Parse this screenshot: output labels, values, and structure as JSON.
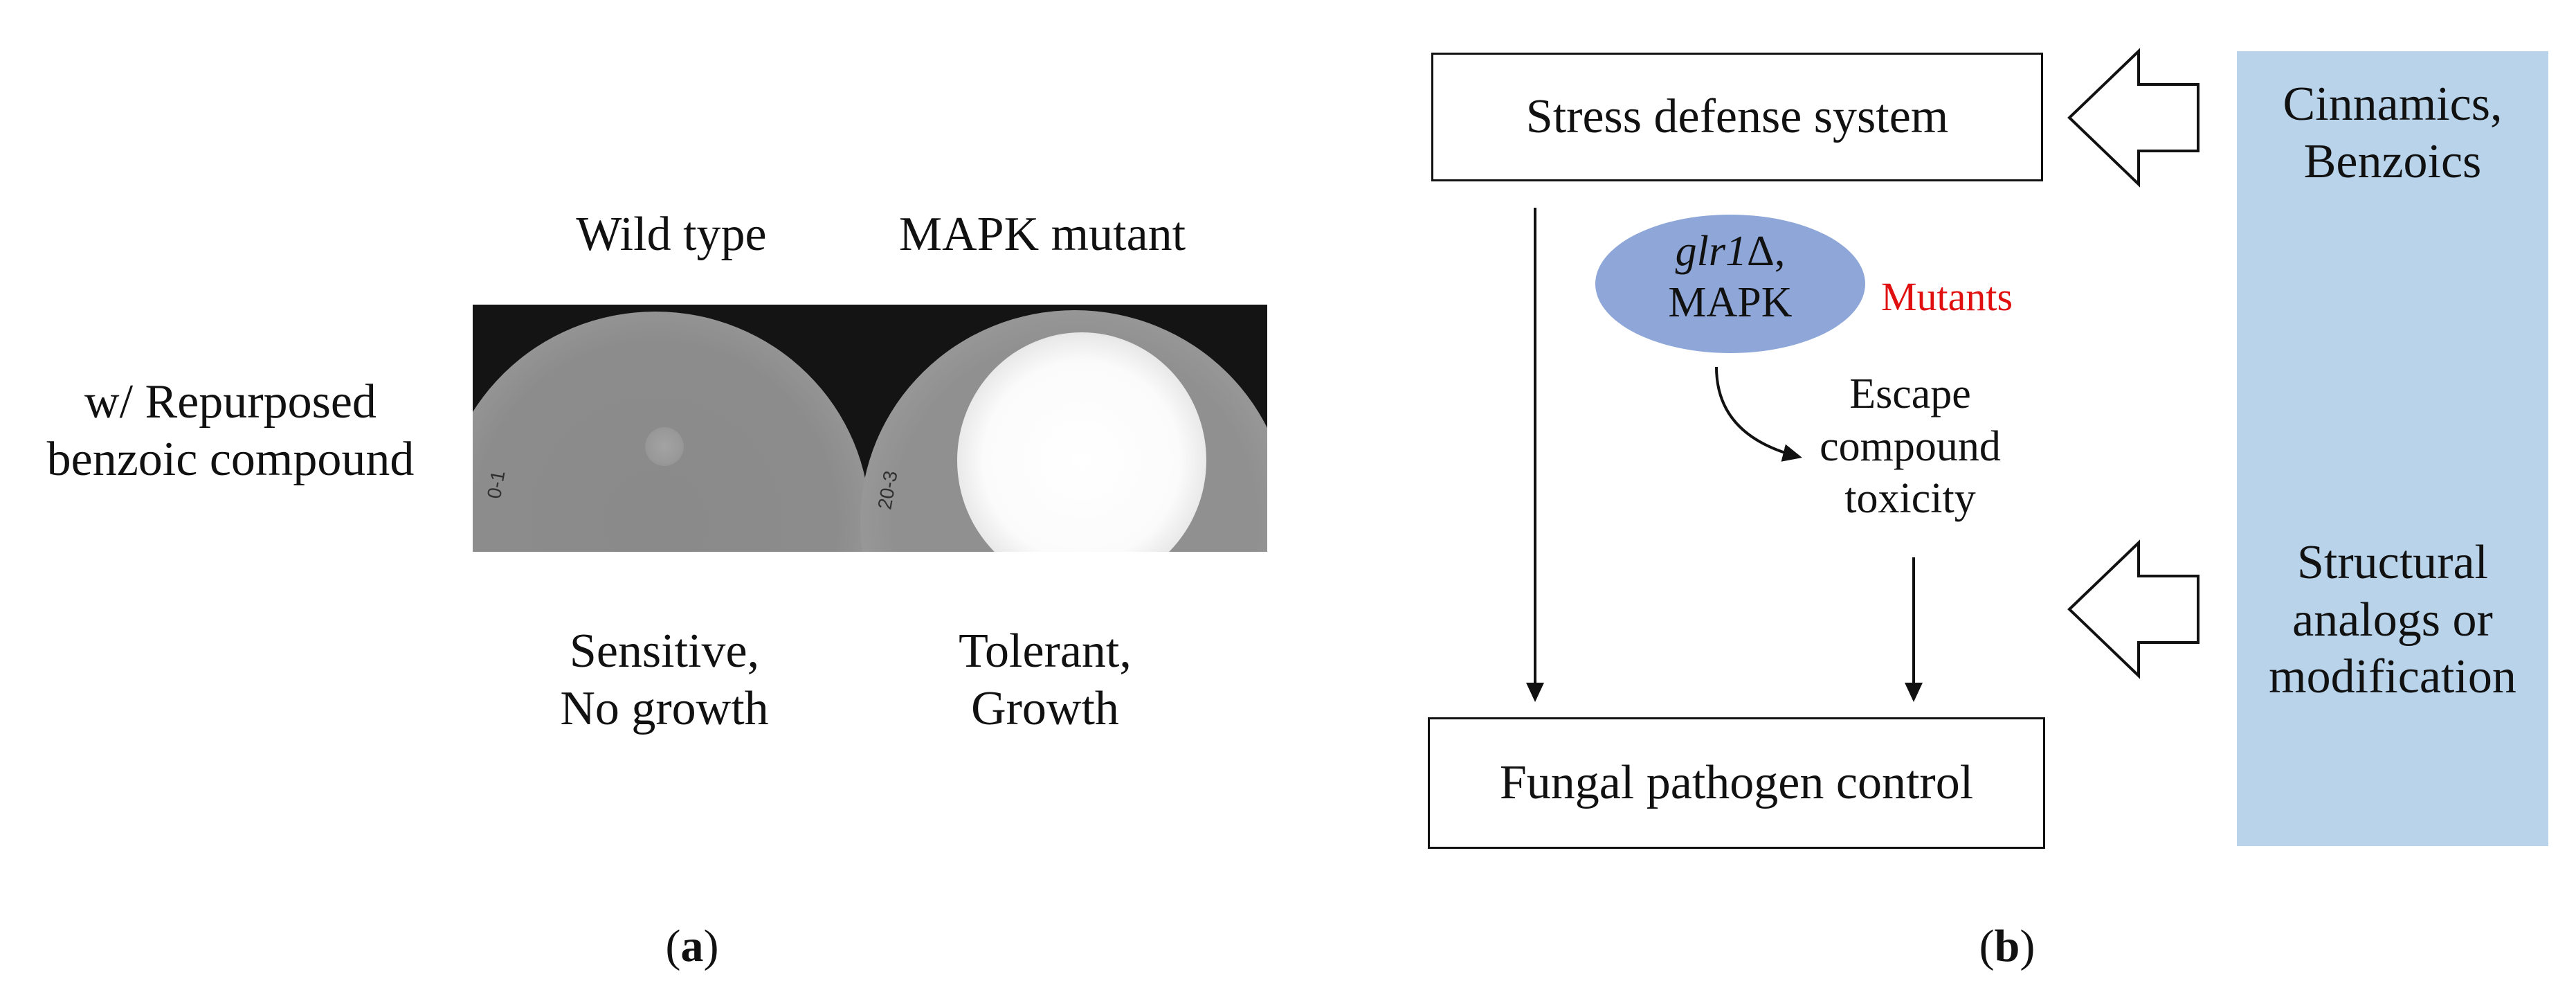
{
  "panel_a": {
    "col_left_label": "Wild type",
    "col_right_label": "MAPK mutant",
    "row_label_line1": "w/ Repurposed",
    "row_label_line2": "benzoic compound",
    "plate_left_mark": "0-1",
    "plate_right_mark": "20-3",
    "result_left_line1": "Sensitive,",
    "result_left_line2": "No growth",
    "result_right_line1": "Tolerant,",
    "result_right_line2": "Growth",
    "caption": "a"
  },
  "panel_b": {
    "box_top": "Stress defense system",
    "box_bottom": "Fungal pathogen control",
    "ellipse_line1_gene": "glr1",
    "ellipse_line1_suffix": "Δ,",
    "ellipse_line2": "MAPK",
    "mutants_label": "Mutants",
    "escape_line1": "Escape",
    "escape_line2": "compound",
    "escape_line3": "toxicity",
    "side_top_line1": "Cinnamics,",
    "side_top_line2": "Benzoics",
    "side_bottom_line1": "Structural",
    "side_bottom_line2": "analogs or",
    "side_bottom_line3": "modification",
    "caption": "b"
  },
  "colors": {
    "side_panel": "#b8d3ea",
    "ellipse": "#8ea7d8",
    "mutants_text": "#e01010"
  }
}
